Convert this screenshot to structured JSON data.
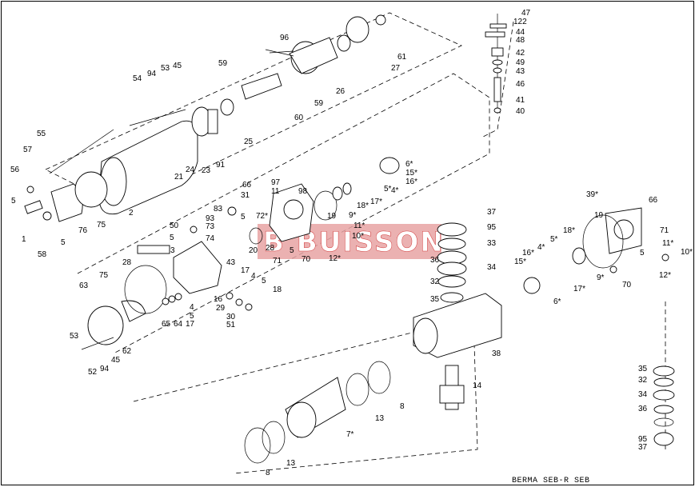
{
  "caption": "BERMA SEB-R SEB",
  "watermark": "B BUISSON",
  "colors": {
    "watermark_band": "#e8a3a3",
    "watermark_text": "#ffffff",
    "line": "#000000"
  },
  "labels": [
    "47",
    "122",
    "44",
    "48",
    "42",
    "49",
    "43",
    "46",
    "41",
    "40",
    "96",
    "61",
    "27",
    "26",
    "59",
    "60",
    "25",
    "59",
    "54",
    "94",
    "53",
    "45",
    "55",
    "57",
    "56",
    "5",
    "1",
    "58",
    "5",
    "76",
    "75",
    "2",
    "21",
    "24",
    "23",
    "91",
    "97",
    "11",
    "98",
    "66",
    "72*",
    "31",
    "5",
    "83",
    "93",
    "73",
    "74",
    "50",
    "5",
    "6*",
    "15*",
    "16*",
    "5*",
    "4*",
    "17*",
    "18*",
    "9*",
    "19",
    "11*",
    "10*",
    "20",
    "28",
    "5",
    "71",
    "70",
    "12*",
    "3",
    "28",
    "75",
    "63",
    "43",
    "17",
    "4",
    "5",
    "18",
    "16",
    "29",
    "30",
    "51",
    "65",
    "64",
    "17",
    "5",
    "4",
    "53",
    "62",
    "45",
    "52",
    "94",
    "37",
    "95",
    "33",
    "36",
    "34",
    "32",
    "35",
    "38",
    "14",
    "13",
    "8",
    "7*",
    "13",
    "8",
    "39*",
    "66",
    "19",
    "71",
    "5",
    "11*",
    "10*",
    "12*",
    "70",
    "9*",
    "18*",
    "4*",
    "5*",
    "16*",
    "15*",
    "17*",
    "6*",
    "35",
    "32",
    "34",
    "36",
    "95",
    "37"
  ]
}
